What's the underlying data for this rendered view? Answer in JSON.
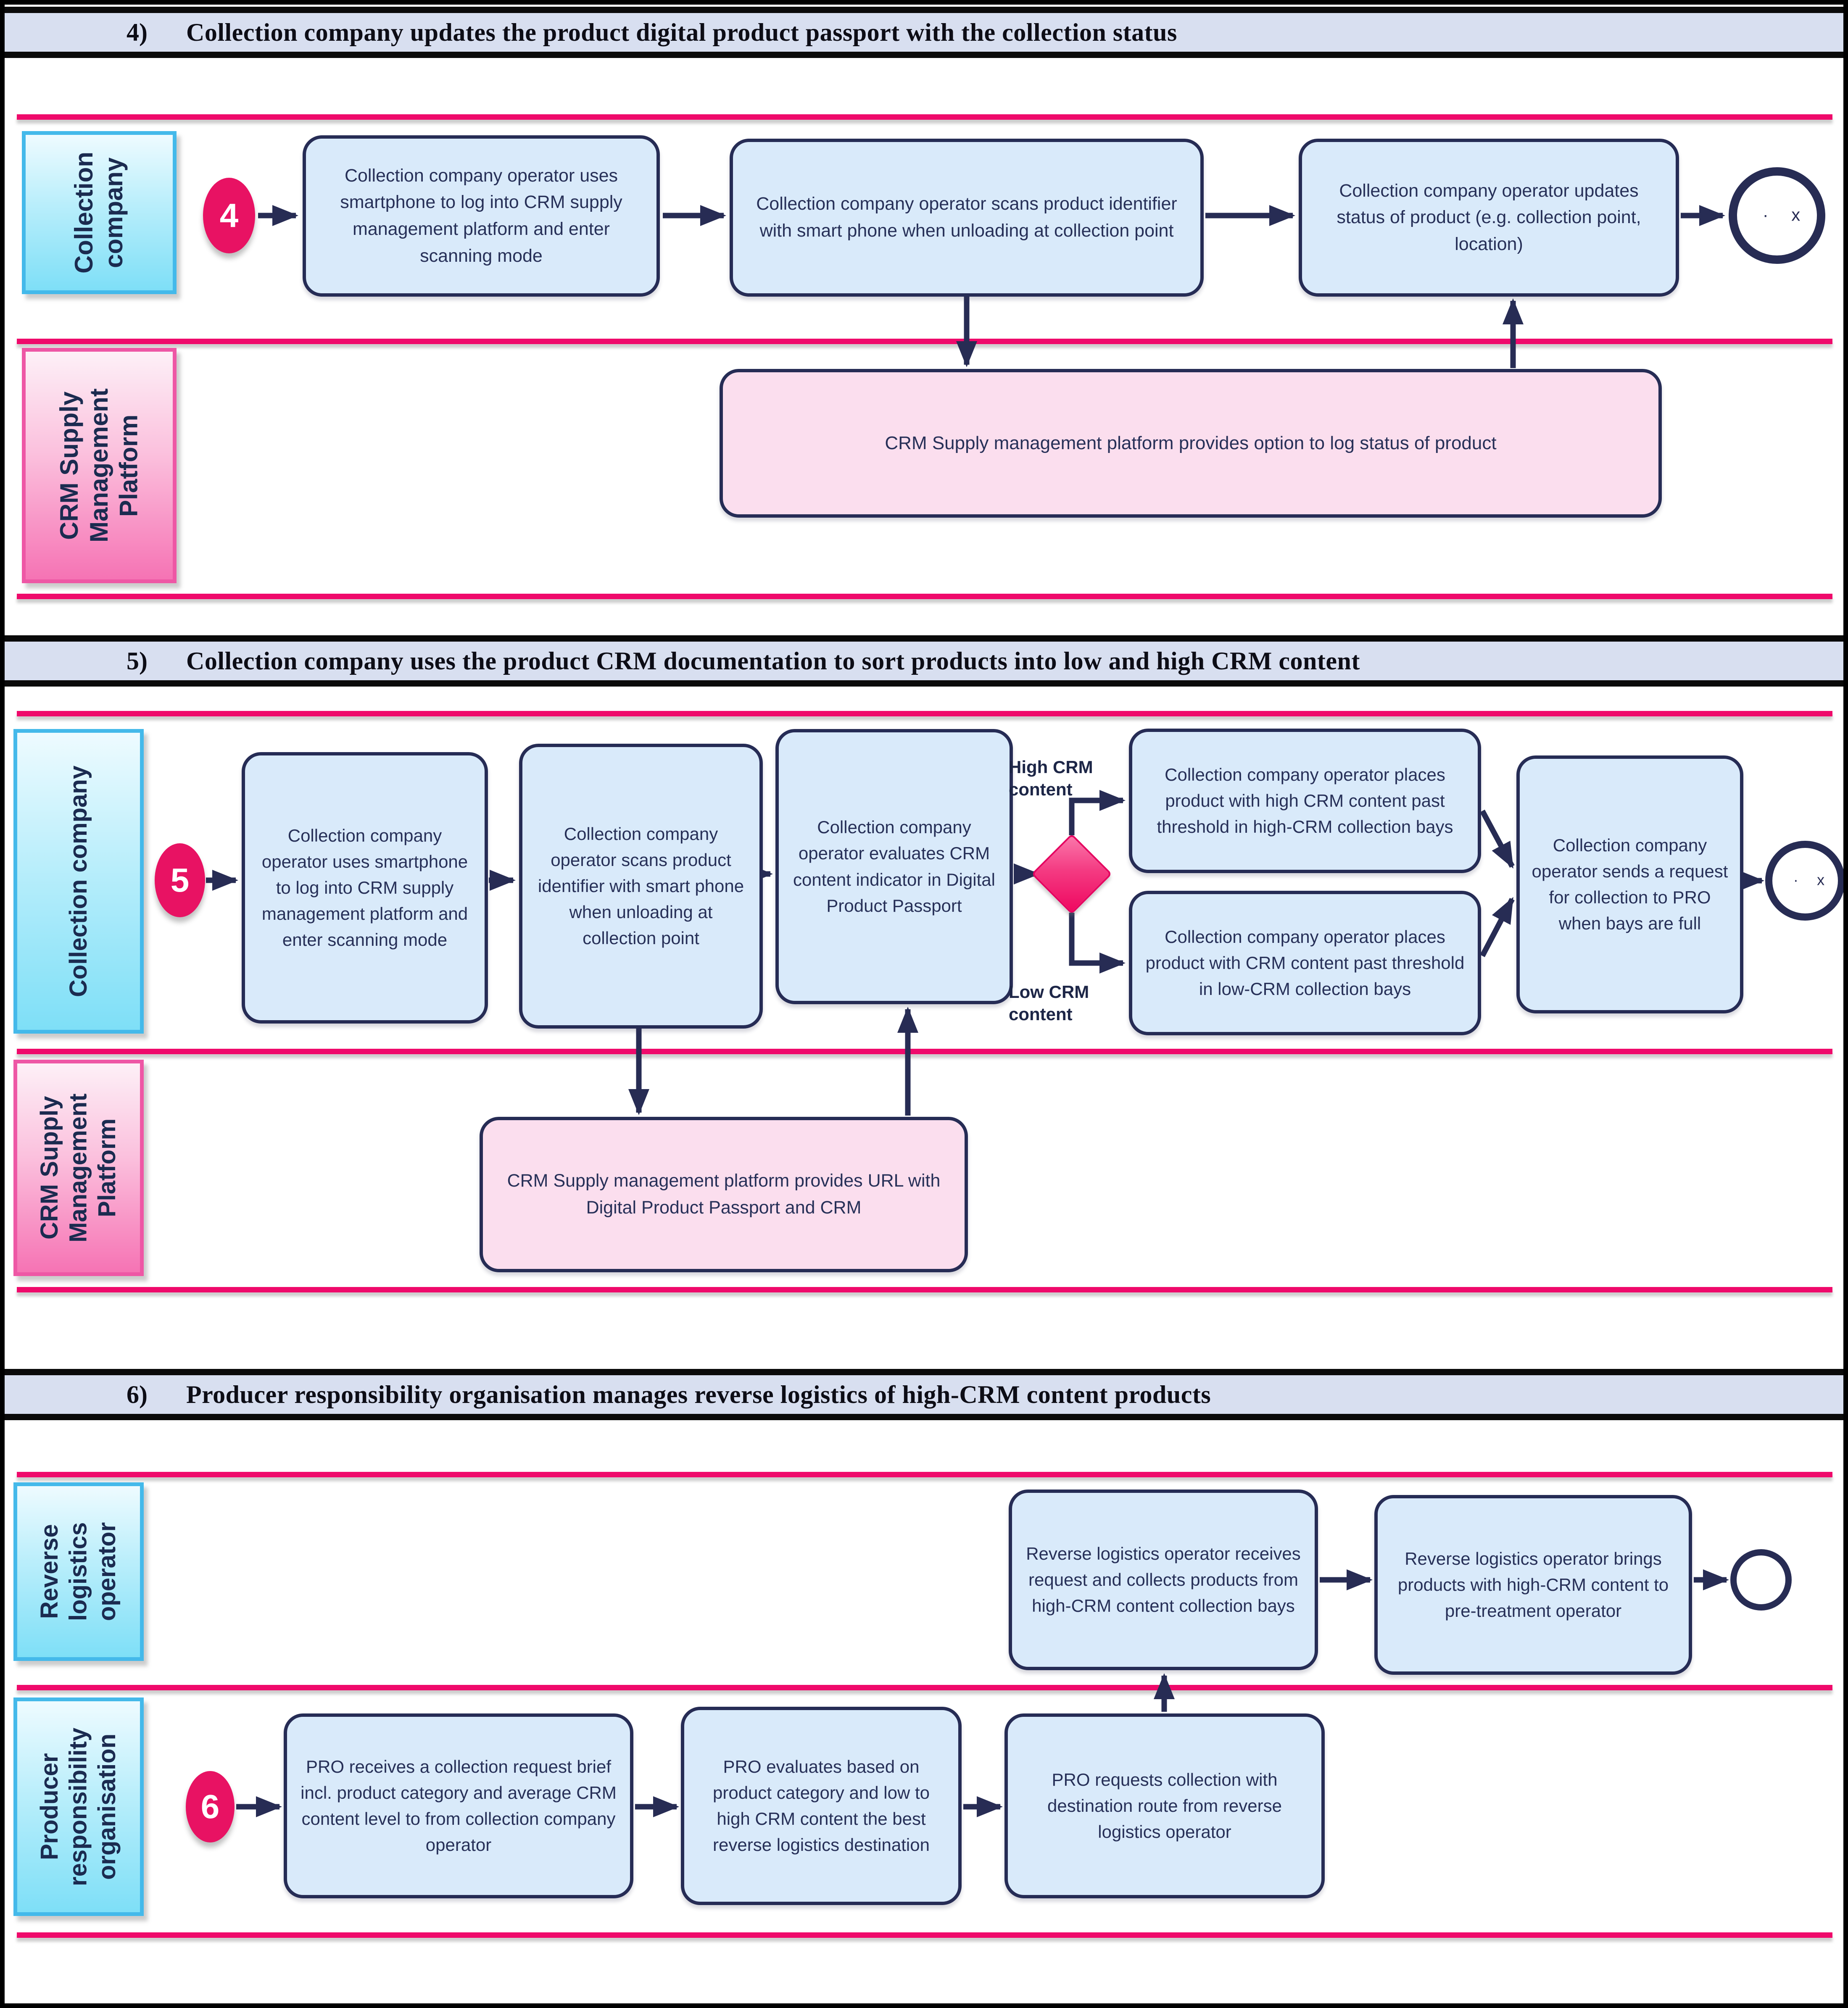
{
  "colors": {
    "task_fill": "#d9eafa",
    "task_border": "#262c55",
    "platform_task_fill": "#fbdeee",
    "lane_separator_pink": "#ef0a6b",
    "title_band_fill": "#d8dff0",
    "start_event_pink": "#e81263",
    "gateway_pink": "#ef0760",
    "cyan_lane_border": "#44b9ea",
    "pink_lane_border": "#ee57a5",
    "arrow_navy": "#272c54"
  },
  "s4": {
    "number": "4)",
    "title": "Collection company updates the product digital product passport with the collection status",
    "lane1_label": "Collection company",
    "lane2_label": "CRM Supply Management Platform",
    "start_label": "4",
    "box1": "Collection company operator uses smartphone to log into CRM supply management platform and enter scanning mode",
    "box2": "Collection company operator scans product identifier with smart phone when unloading at collection point",
    "box3": "Collection company operator updates status of product (e.g. collection point, location)",
    "platform_box": "CRM Supply management platform provides option to log status of product",
    "end_dot": "·",
    "end_x": "x"
  },
  "s5": {
    "number": "5)",
    "title": "Collection company uses the product CRM documentation to sort products into low and high CRM content",
    "lane1_label": "Collection company",
    "lane2_label": "CRM Supply Management Platform",
    "start_label": "5",
    "box1": "Collection company operator uses smartphone to log into CRM supply management platform and enter scanning mode",
    "box2": "Collection company operator scans product identifier with smart phone when unloading at collection point",
    "box3": "Collection company operator evaluates CRM content indicator in Digital Product Passport",
    "gateway_high": "High CRM content",
    "gateway_low": "Low CRM content",
    "box_high": "Collection company operator places product with high CRM content past threshold in high-CRM collection bays",
    "box_low": "Collection company operator places product with CRM content past threshold in low-CRM collection bays",
    "box_send": "Collection company operator sends a request for collection to PRO when bays are full",
    "platform_box": "CRM Supply management platform provides URL with Digital Product Passport and CRM",
    "end_dot": "·",
    "end_x": "x"
  },
  "s6": {
    "number": "6)",
    "title": "Producer responsibility organisation manages reverse logistics of high-CRM content products",
    "lane1_label": "Reverse logistics operator",
    "lane2_label": "Producer responsibility organisation",
    "start_label": "6",
    "box_rl1": "Reverse logistics operator receives request and collects products from high-CRM content collection bays",
    "box_rl2": "Reverse logistics operator brings products with high-CRM content to pre-treatment operator",
    "box_pro1": "PRO receives a collection request brief incl. product category and average CRM content level to from collection company operator",
    "box_pro2": "PRO evaluates based on product category and low to high CRM content the best reverse logistics destination",
    "box_pro3": "PRO requests collection with destination route from reverse logistics operator"
  }
}
